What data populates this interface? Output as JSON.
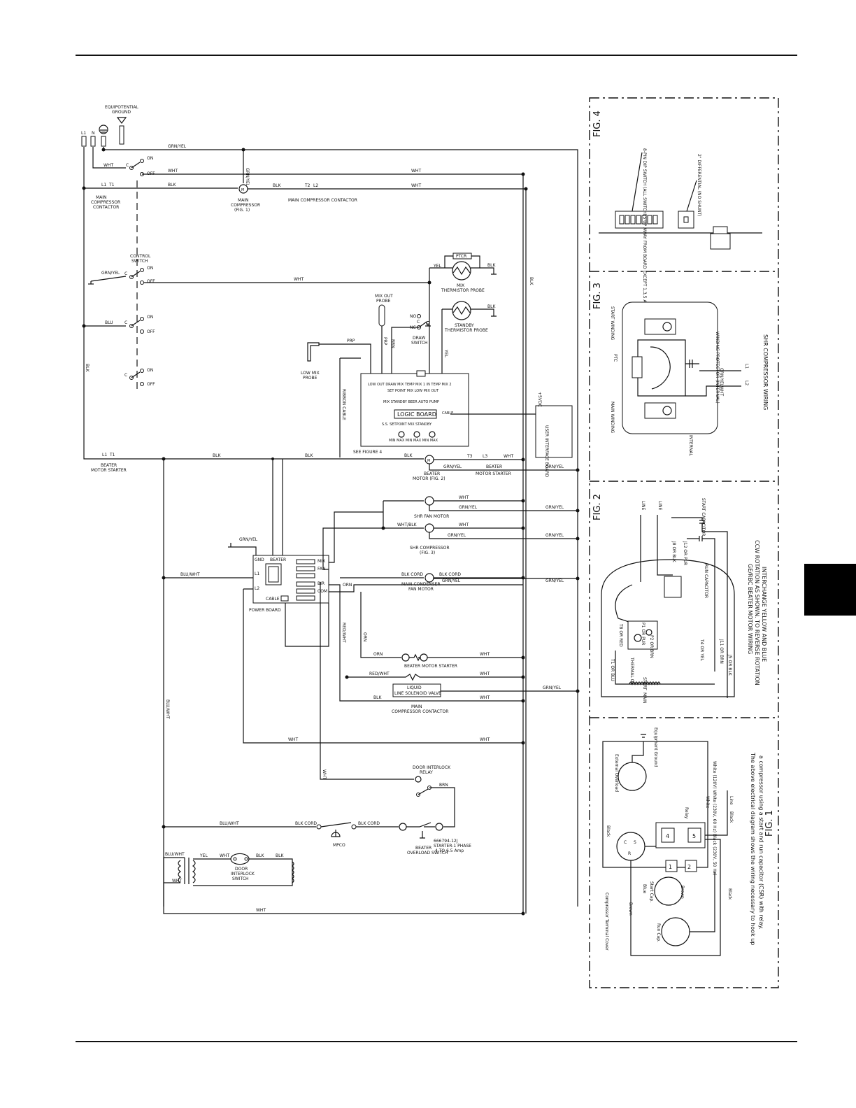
{
  "labels": {
    "equip_ground_top": "EQUIPOTENTIAL",
    "equip_ground_bottom": "GROUND",
    "l1": "L1",
    "n": "N",
    "grn_yel": "GRN/YEL",
    "wht": "WHT",
    "blk": "BLK",
    "blu": "BLU",
    "red": "RED",
    "prp": "PRP",
    "orn": "ORN",
    "brn": "BRN",
    "yel": "YEL",
    "blu_wht": "BLU/WHT",
    "red_wht": "RED/WHT",
    "wht_blk": "WHT/BLK",
    "blk_cord": "BLK CORD",
    "on": "ON",
    "off": "OFF",
    "c": "C",
    "no": "NO",
    "nc": "NC",
    "t1": "T1",
    "t2": "T2",
    "t3": "T3",
    "l2": "L2",
    "l3": "L3",
    "main_comp_contactor_1": "MAIN",
    "main_comp_contactor_2": "COMPRESSOR",
    "main_comp_contactor_3": "CONTACTOR",
    "main_compressor_1": "MAIN",
    "main_compressor_2": "COMPRESSOR",
    "main_compressor_3": "(FIG. 1)",
    "main_compressor_contactor": "MAIN COMPRESSOR CONTACTOR",
    "control_switch_1": "CONTROL",
    "control_switch_2": "SWITCH",
    "mix_probe_1": "MIX",
    "mix_probe_2": "THERMISTOR PROBE",
    "ptc": "PTCR",
    "mix_out_1": "MIX OUT",
    "mix_out_2": "PROBE",
    "draw_switch_1": "DRAW",
    "draw_switch_2": "SWITCH",
    "standby_1": "STANDBY",
    "standby_2": "THERMISTOR PROBE",
    "low_mix_1": "LOW MIX",
    "low_mix_2": "PROBE",
    "ribbon_cable": "RIBBON CABLE",
    "logic_board": "LOGIC BOARD",
    "lb_top": "LOW OUT DRAW MIX TEMP MIX 1 IN TEMP MIX 2",
    "lb_leds": "SET POINT MIX LOW MIX OUT",
    "lb_row2": "MIX STANDBY BEER AUTO PUMP",
    "lb_row3": "S.S. SETPOINT MIX STANDBY",
    "lb_row4": "MIN MAX MIN MAX MIN MAX",
    "cable": "CABLE",
    "see_figure_4": "SEE FIGURE 4",
    "user_interface": "USER INTERFACE BOARD",
    "beater_starter_1": "BEATER",
    "beater_starter_2": "MOTOR STARTER",
    "beater_motor_1": "BEATER",
    "beater_motor_2": "MOTOR (FIG. 2)",
    "shr_fan": "SHR FAN MOTOR",
    "shr_comp_1": "SHR COMPRESSOR",
    "shr_comp_2": "(FIG. 3)",
    "main_cond_1": "MAIN CONDENSER",
    "main_cond_2": "FAN MOTOR",
    "power_board": "POWER BOARD",
    "pb_gnd": "GND",
    "pb_beater": "BEATER",
    "pb_mix": "MIX",
    "pb_fan": "FAN",
    "pb_bir": "BIR",
    "pb_com": "COM",
    "pb_l1": "L1",
    "pb_l2": "L2",
    "pb_cable": "CABLE",
    "beater_ms": "BEATER MOTOR STARTER",
    "liquid_1": "LIQUID",
    "liquid_2": "LINE SOLENOID VALVE",
    "main_cc_1": "MAIN",
    "main_cc_2": "COMPRESSOR CONTACTOR",
    "door_relay_1": "DOOR INTERLOCK",
    "door_relay_2": "RELAY",
    "mpco": "MPCO",
    "beater_ovl_1": "BEATER",
    "beater_ovl_2": "OVERLOAD SWITCH",
    "starter_1": "666794-12J",
    "starter_2": "STARTER-1 PHASE",
    "starter_3": "4 TO 6.5 Amp",
    "door_switch_1": "DOOR",
    "door_switch_2": "INTERLOCK",
    "door_switch_3": "SWITCH"
  },
  "figures": {
    "fig4": "FIG. 4",
    "fig3": "FIG. 3",
    "fig2": "FIG. 2",
    "fig1": "FIG. 1",
    "fig4_dip": "8-PIN DIP SWITCH (ALL SWITCHES UP AWAY FROM BOARD EXCEPT 1,3,5 AND 7)",
    "fig4_diff": "2\" DIFFERENTIAL (NO SHUNT)",
    "fig3_caption": "SHR COMPRESSOR WIRING",
    "fig3_start": "START WINDING",
    "fig3_main": "MAIN WINDING",
    "fig3_internal": "INTERNAL",
    "fig3_protector": "WINDING PROTECTOR (INTERNAL)",
    "fig3_l1": "L1",
    "fig3_l2": "L2",
    "fig3_ptc": "PTC",
    "fig3_grnyel": "GRN/YEL",
    "fig3_whp": "WHT",
    "fig2_caption_1": "GE/RBC BEATER MOTOR WIRING",
    "fig2_caption_2": "CCW ROTATION AS SHOWN. TO REVERSE ROTATION",
    "fig2_caption_3": "INTERCHANGE YELLOW AND BLUE",
    "fig2_line1": "LINE",
    "fig2_line2": "LINE",
    "fig2_start_cap": "START CAPACITOR",
    "fig2_run_cap": "RUN CAPACITOR",
    "fig2_j8": "J8 OR BLK",
    "fig2_j12": "J12 OR PUR",
    "fig2_j11": "J11 OR BRN",
    "fig2_j5": "J5 OR BLK",
    "fig2_t4": "T4 OR YEL",
    "fig2_t1": "T1 OR BLU",
    "fig2_main": "MAIN",
    "fig2_start": "START",
    "fig2_thermal": "THERMAL OL",
    "fig2_p1": "P1 OR PUR",
    "fig2_p2": "P2 OR BRN",
    "fig2_t8": "T8 OR RED",
    "fig1_caption_1": "The above electrical diagram shows the wiring necessary to hook up",
    "fig1_caption_2": "a compressor using a start and run capacitor (CSR) with relay.",
    "fig1_ext": "External Overload",
    "fig1_ground": "Equipment Ground",
    "fig1_white": "White (120V) White (230V, 60 Hz) Black (230V, 50 Hz)",
    "fig1_relay": "Relay",
    "fig1_white2": "White",
    "fig1_line": "Line",
    "fig1_black": "Black",
    "fig1_black2": "Black",
    "fig1_black3": "Black",
    "fig1_terminal": "Compressor Terminal Cover",
    "fig1_brown": "Brown",
    "fig1_brown2": "Brown",
    "fig1_blue": "Blue",
    "fig1_start_cap": "Start Cap.",
    "fig1_run_cap": "Run Cap.",
    "fig1_t1": "1",
    "fig1_t2": "2",
    "fig1_t4": "4",
    "fig1_t5": "5",
    "fig1_c": "C",
    "fig1_s": "S",
    "fig1_r": "R"
  }
}
